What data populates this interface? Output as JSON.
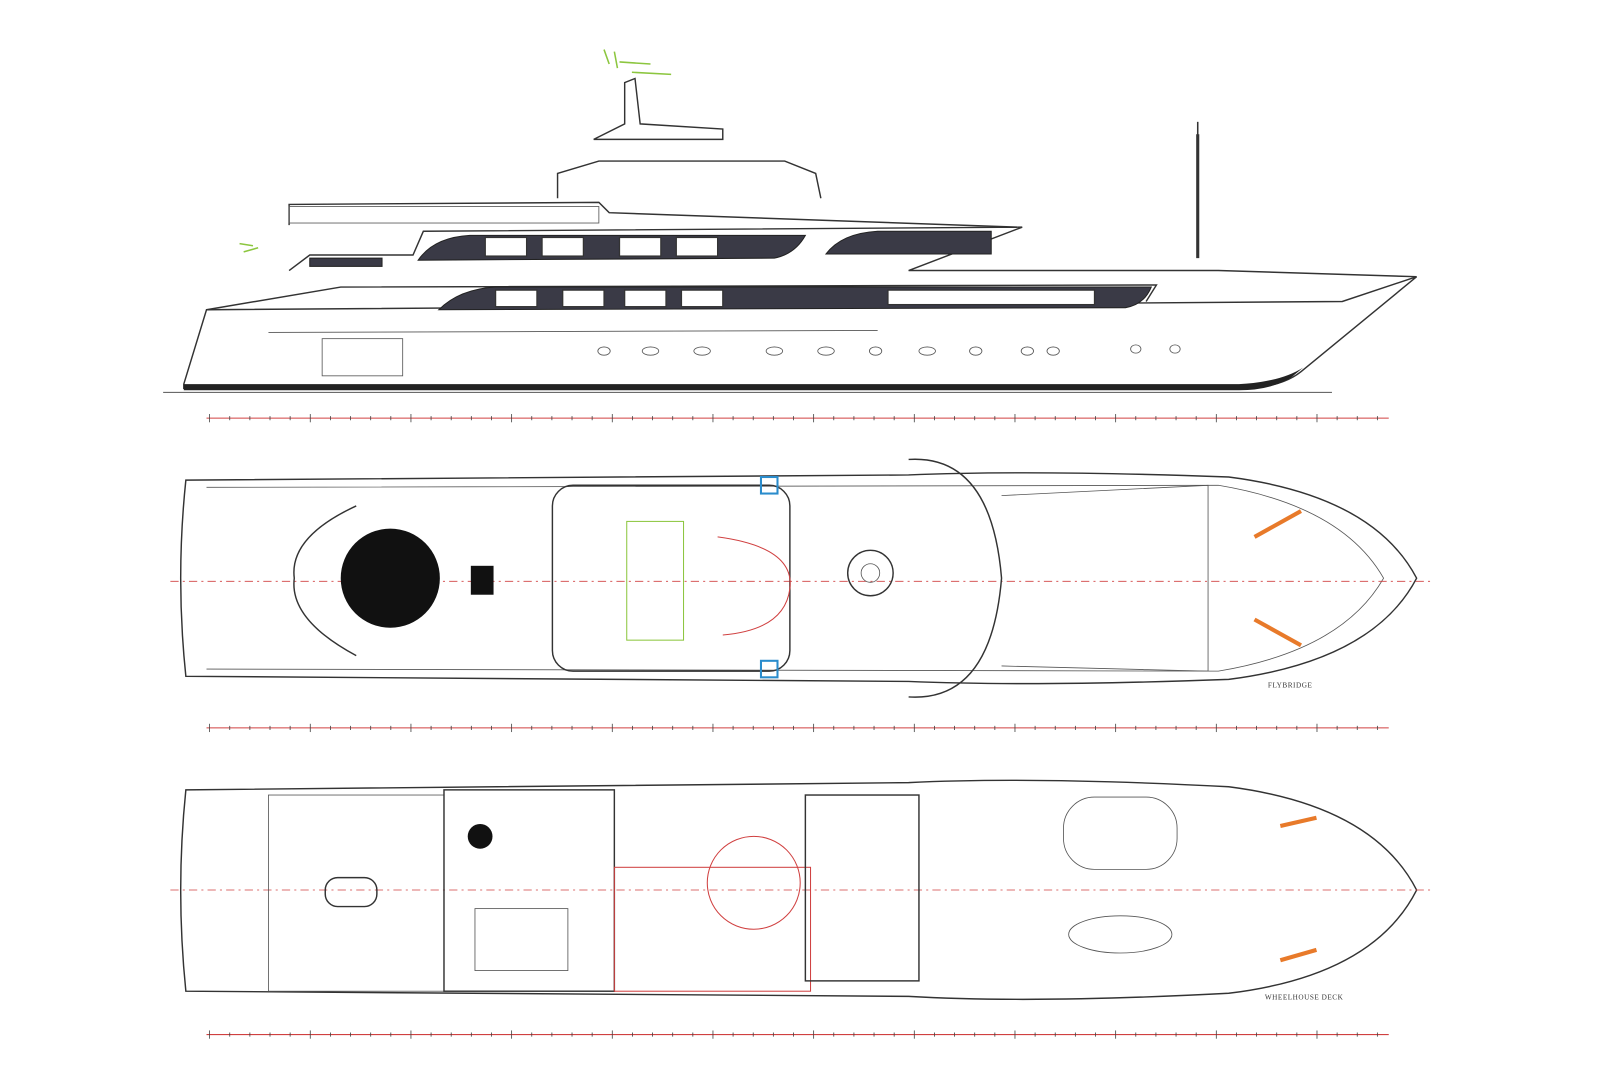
{
  "drawing": {
    "views": [
      {
        "id": "profile",
        "label": ""
      },
      {
        "id": "flybridge",
        "label": "FLYBRIDGE"
      },
      {
        "id": "wheelhouse",
        "label": "WHEELHOUSE DECK"
      }
    ]
  },
  "colors": {
    "outline": "#333333",
    "scale_red": "#d04040",
    "orange": "#e87a2a",
    "blue": "#2a8ccc",
    "green": "#8cc63f"
  }
}
